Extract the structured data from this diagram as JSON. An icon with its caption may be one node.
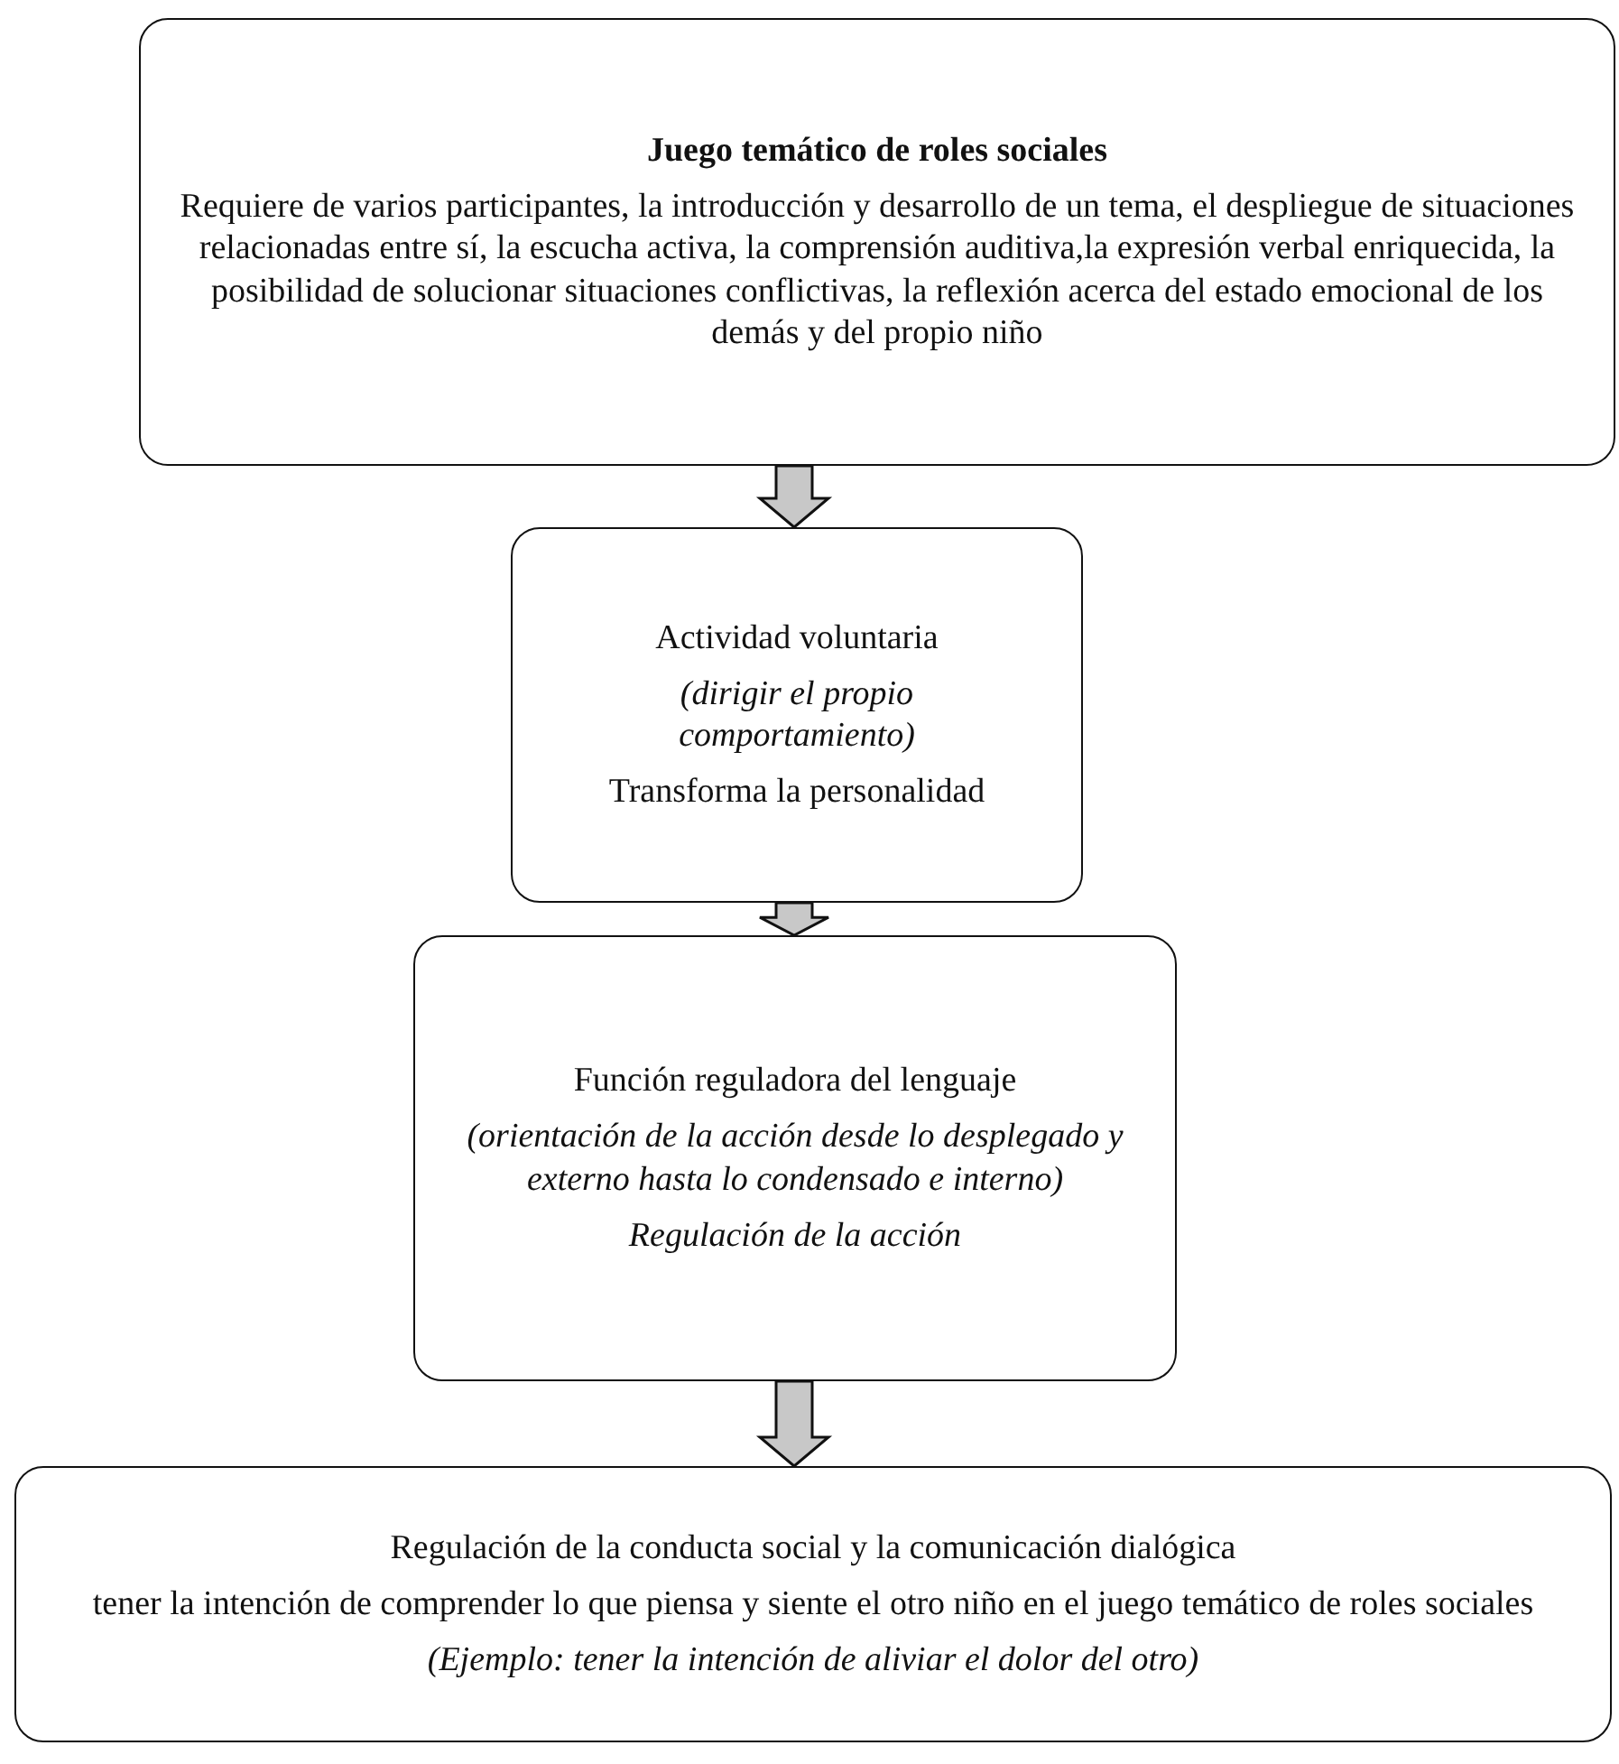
{
  "diagram": {
    "nodes": [
      {
        "text": [
          "Juego temático de roles sociales",
          "Requiere de varios participantes, la introducción y desarrollo de un tema, el despliegue de situaciones relacionadas entre sí, la escucha activa, la comprensión auditiva,la expresión verbal enriquecida, la posibilidad de solucionar situaciones conflictivas, la reflexión acerca del estado emocional de los demás y del propio niño"
        ]
      },
      {
        "text": [
          "Actividad voluntaria",
          "(dirigir el propio comportamiento)",
          "Transforma la personalidad"
        ]
      },
      {
        "text": [
          "Función reguladora del lenguaje",
          "(orientación de la acción desde lo desplegado y externo hasta lo condensado e interno)",
          "Regulación de la acción"
        ]
      },
      {
        "text": [
          "Regulación de la conducta social y la comunicación dialógica",
          "tener la intención de comprender lo que piensa y siente el otro niño en el juego temático de roles sociales",
          "(Ejemplo: tener la intención de aliviar el dolor del otro)"
        ]
      }
    ],
    "edges": [
      {
        "from": 0,
        "to": 1,
        "arrow": "to"
      },
      {
        "from": 1,
        "to": 2,
        "arrow": "to"
      },
      {
        "from": 2,
        "to": 3,
        "arrow": "to"
      }
    ]
  }
}
